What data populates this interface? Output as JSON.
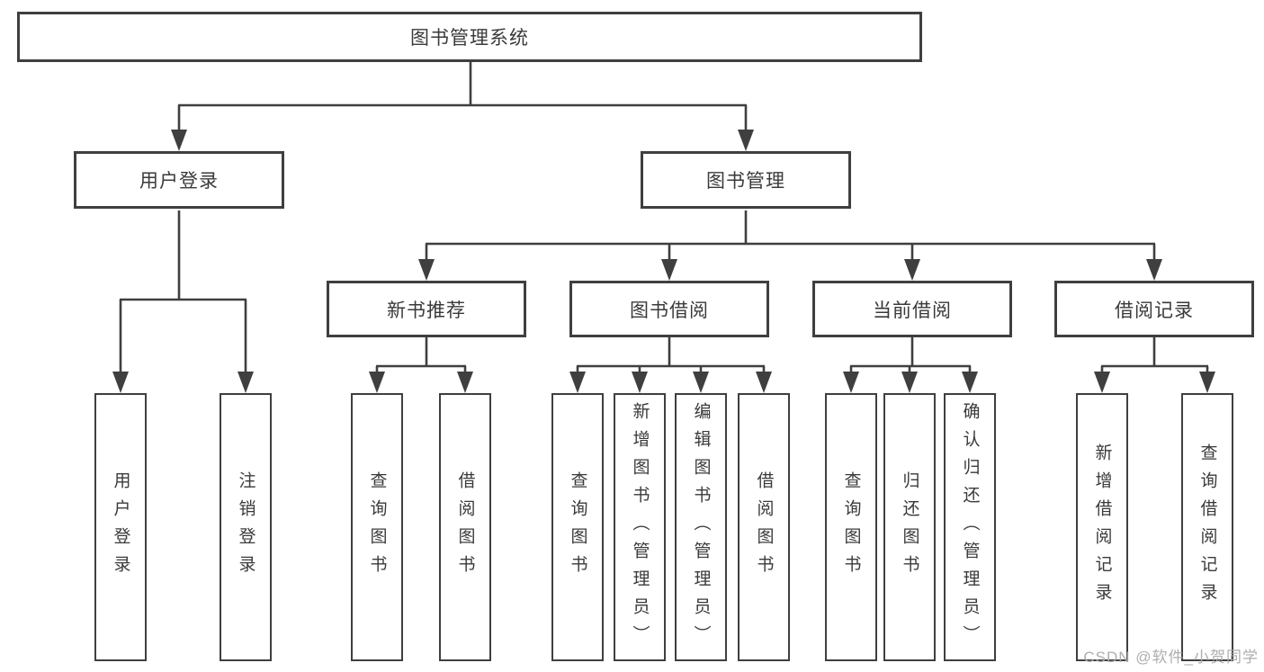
{
  "title": "图书管理系统",
  "watermark": "CSDN @软件_小贺同学",
  "colors": {
    "line": "#3f3f3f",
    "text": "#3a3a3a",
    "watermark": "#aaaaaa",
    "background": "#ffffff"
  },
  "nodes": {
    "root": {
      "label": "图书管理系统"
    },
    "level2": [
      {
        "label": "用户登录"
      },
      {
        "label": "图书管理"
      }
    ],
    "level3": [
      {
        "label": "新书推荐",
        "parent": "图书管理"
      },
      {
        "label": "图书借阅",
        "parent": "图书管理"
      },
      {
        "label": "当前借阅",
        "parent": "图书管理"
      },
      {
        "label": "借阅记录",
        "parent": "图书管理"
      }
    ],
    "leaves": [
      {
        "label": "用户登录",
        "parent": "用户登录"
      },
      {
        "label": "注销登录",
        "parent": "用户登录"
      },
      {
        "label": "查询图书",
        "parent": "新书推荐"
      },
      {
        "label": "借阅图书",
        "parent": "新书推荐"
      },
      {
        "label": "查询图书",
        "parent": "图书借阅"
      },
      {
        "label": "新增图书（管理员）",
        "parent": "图书借阅"
      },
      {
        "label": "编辑图书（管理员）",
        "parent": "图书借阅"
      },
      {
        "label": "借阅图书",
        "parent": "图书借阅"
      },
      {
        "label": "查询图书",
        "parent": "当前借阅"
      },
      {
        "label": "归还图书",
        "parent": "当前借阅"
      },
      {
        "label": "确认归还（管理员）",
        "parent": "当前借阅"
      },
      {
        "label": "新增借阅记录",
        "parent": "借阅记录"
      },
      {
        "label": "查询借阅记录",
        "parent": "借阅记录"
      }
    ]
  }
}
